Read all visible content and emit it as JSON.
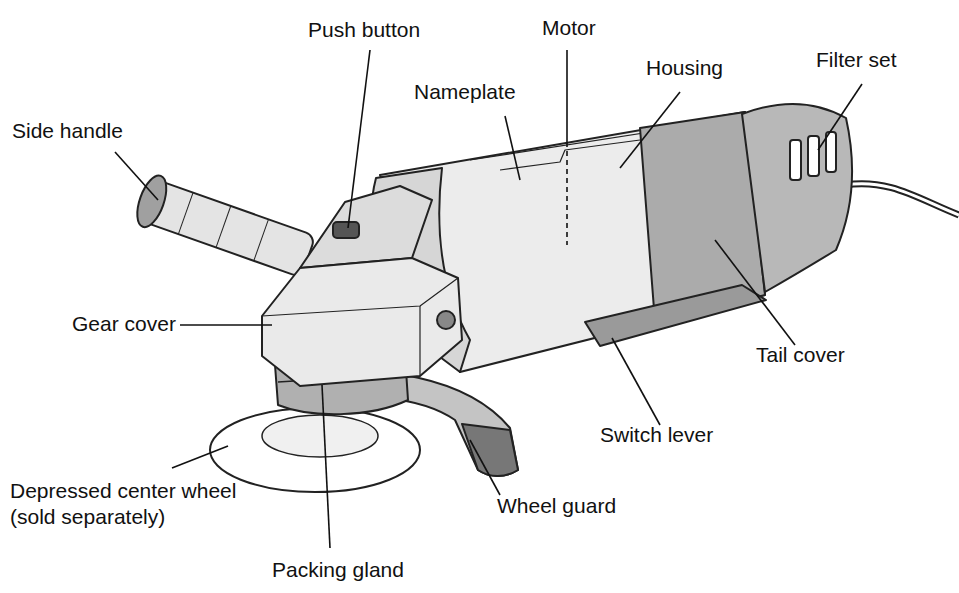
{
  "diagram": {
    "labels": [
      "Push button",
      "Motor",
      "Housing",
      "Filter set",
      "Nameplate",
      "Side handle",
      "Gear cover",
      "Tail cover",
      "Switch lever",
      "Depressed center wheel (sold separately)",
      "Wheel guard",
      "Packing gland"
    ]
  }
}
